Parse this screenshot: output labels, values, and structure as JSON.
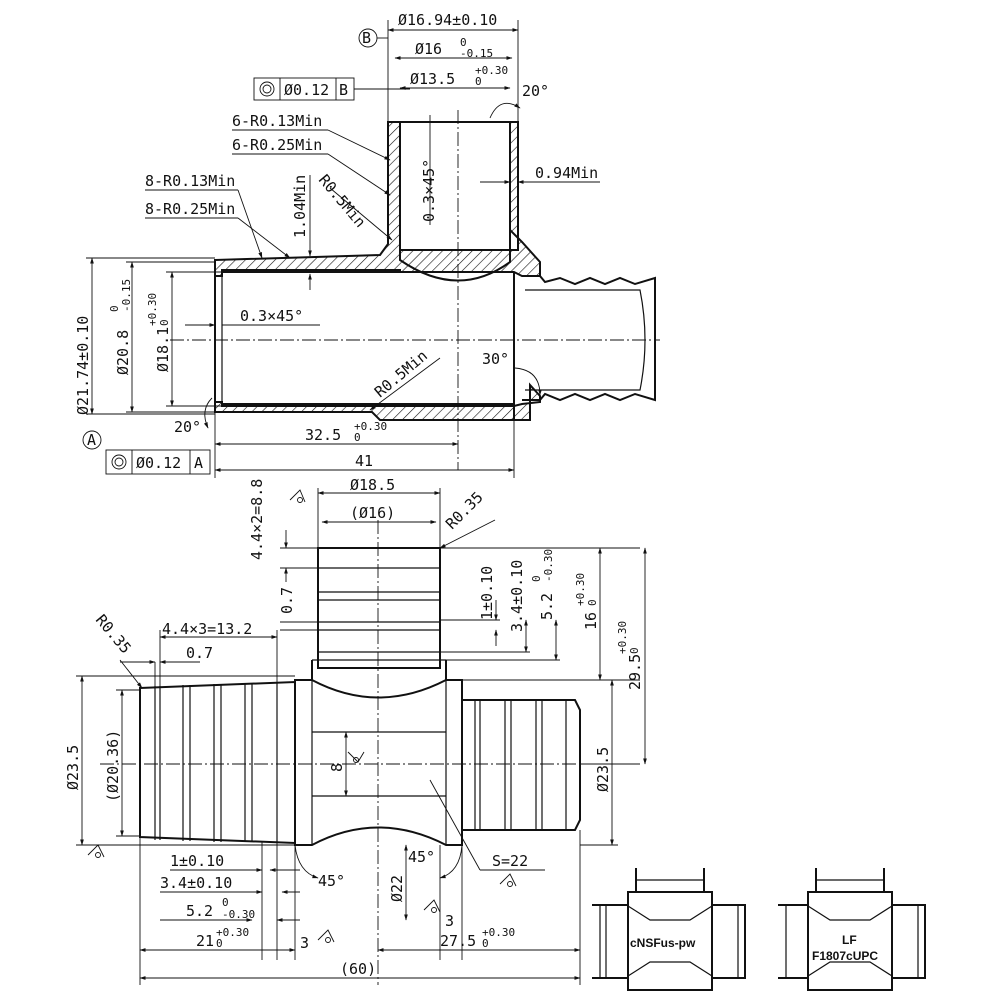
{
  "top_view": {
    "dim_d1694": "Ø16.94±0.10",
    "dim_d16": "Ø16",
    "dim_d16_tol_up": "0",
    "dim_d16_tol_dn": "-0.15",
    "dim_d135": "Ø13.5",
    "dim_d135_tol_up": "+0.30",
    "dim_d135_tol_dn": "0",
    "angle_20_top": "20°",
    "datum_b": "B",
    "fcf_b_value": "Ø0.12",
    "fcf_b_ref": "B",
    "r013_6": "6-R0.13Min",
    "r025_6": "6-R0.25Min",
    "r013_8": "8-R0.13Min",
    "r025_8": "8-R0.25Min",
    "r05_top": "R0.5Min",
    "chamfer_top": "0.3×45°",
    "wall_094": "0.94Min",
    "wall_104": "1.04Min",
    "dim_d2174": "Ø21.74±0.10",
    "dim_d208": "Ø20.8",
    "dim_d208_tol_up": "0",
    "dim_d208_tol_dn": "-0.15",
    "dim_d181": "Ø18.1",
    "dim_d181_tol_up": "+0.30",
    "dim_d181_tol_dn": "0",
    "chamfer_left": "0.3×45°",
    "r05_bottom": "R0.5Min",
    "angle_30": "30°",
    "angle_20_left": "20°",
    "datum_a": "A",
    "fcf_a_value": "Ø0.12",
    "fcf_a_ref": "A",
    "dim_325": "32.5",
    "dim_325_tol_up": "+0.30",
    "dim_325_tol_dn": "0",
    "dim_41": "41"
  },
  "bottom_view": {
    "d185": "Ø18.5",
    "d16p": "(Ø16)",
    "r035_top": "R0.35",
    "pitch_top": "4.4×2=8.8",
    "w07_top": "0.7",
    "d1_top": "1±0.10",
    "d34_top": "3.4±0.10",
    "d52_top": "5.2",
    "d52_top_tol_up": "0",
    "d52_top_tol_dn": "-0.30",
    "d16_top": "16",
    "d16_top_tol_up": "+0.30",
    "d16_top_tol_dn": "0",
    "d295": "29.5",
    "d295_tol_up": "+0.30",
    "d295_tol_dn": "0",
    "r035_left": "R0.35",
    "pitch_left": "4.4×3=13.2",
    "w07_left": "0.7",
    "d235_left": "Ø23.5",
    "d2036": "(Ø20.36)",
    "d235_right": "Ø23.5",
    "d8": "8",
    "d1_bot": "1±0.10",
    "d34_bot": "3.4±0.10",
    "d52_bot": "5.2",
    "d52_bot_tol_up": "0",
    "d52_bot_tol_dn": "-0.30",
    "angle_45_left": "45°",
    "angle_45_right": "45°",
    "d22": "Ø22",
    "s22": "S=22",
    "d3_left": "3",
    "d3_right": "3",
    "d21": "21",
    "d21_tol_up": "+0.30",
    "d21_tol_dn": "0",
    "d275": "27.5",
    "d275_tol_up": "+0.30",
    "d275_tol_dn": "0",
    "d60": "(60)"
  },
  "marking_left": {
    "text": "cNSFus-pw"
  },
  "marking_right": {
    "line1": "LF",
    "line2": "F1807cUPC"
  }
}
